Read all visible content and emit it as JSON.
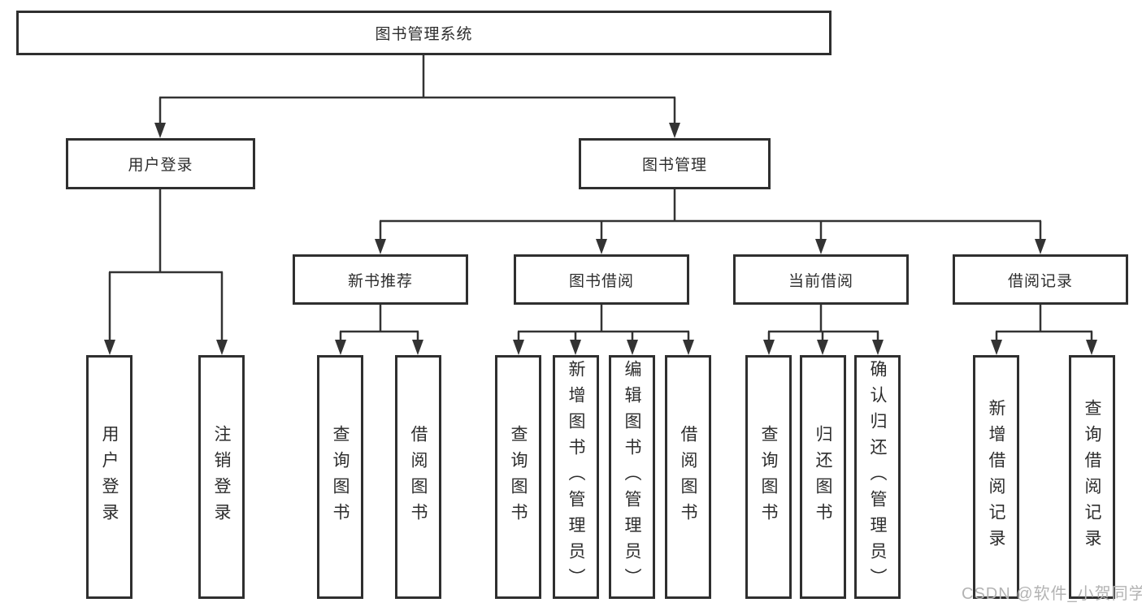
{
  "colors": {
    "line": "#333333",
    "box_border": "#2f2f2f",
    "box_fill": "#ffffff",
    "text": "#2d2d2d",
    "watermark_text": "#b3b3b3"
  },
  "watermark": {
    "text": "CSDN @软件_小贺同学"
  },
  "tree": {
    "root": {
      "label": "图书管理系统"
    },
    "branches": [
      {
        "label": "用户登录",
        "children": [
          {
            "label": "用户登录"
          },
          {
            "label": "注销登录"
          }
        ]
      },
      {
        "label": "图书管理",
        "groups": [
          {
            "label": "新书推荐",
            "children": [
              {
                "label": "查询图书"
              },
              {
                "label": "借阅图书"
              }
            ]
          },
          {
            "label": "图书借阅",
            "children": [
              {
                "label": "查询图书"
              },
              {
                "label": "新增图书（管理员）"
              },
              {
                "label": "编辑图书（管理员）"
              },
              {
                "label": "借阅图书"
              }
            ]
          },
          {
            "label": "当前借阅",
            "children": [
              {
                "label": "查询图书"
              },
              {
                "label": "归还图书"
              },
              {
                "label": "确认归还（管理员）"
              }
            ]
          },
          {
            "label": "借阅记录",
            "children": [
              {
                "label": "新增借阅记录"
              },
              {
                "label": "查询借阅记录"
              }
            ]
          }
        ]
      }
    ]
  }
}
